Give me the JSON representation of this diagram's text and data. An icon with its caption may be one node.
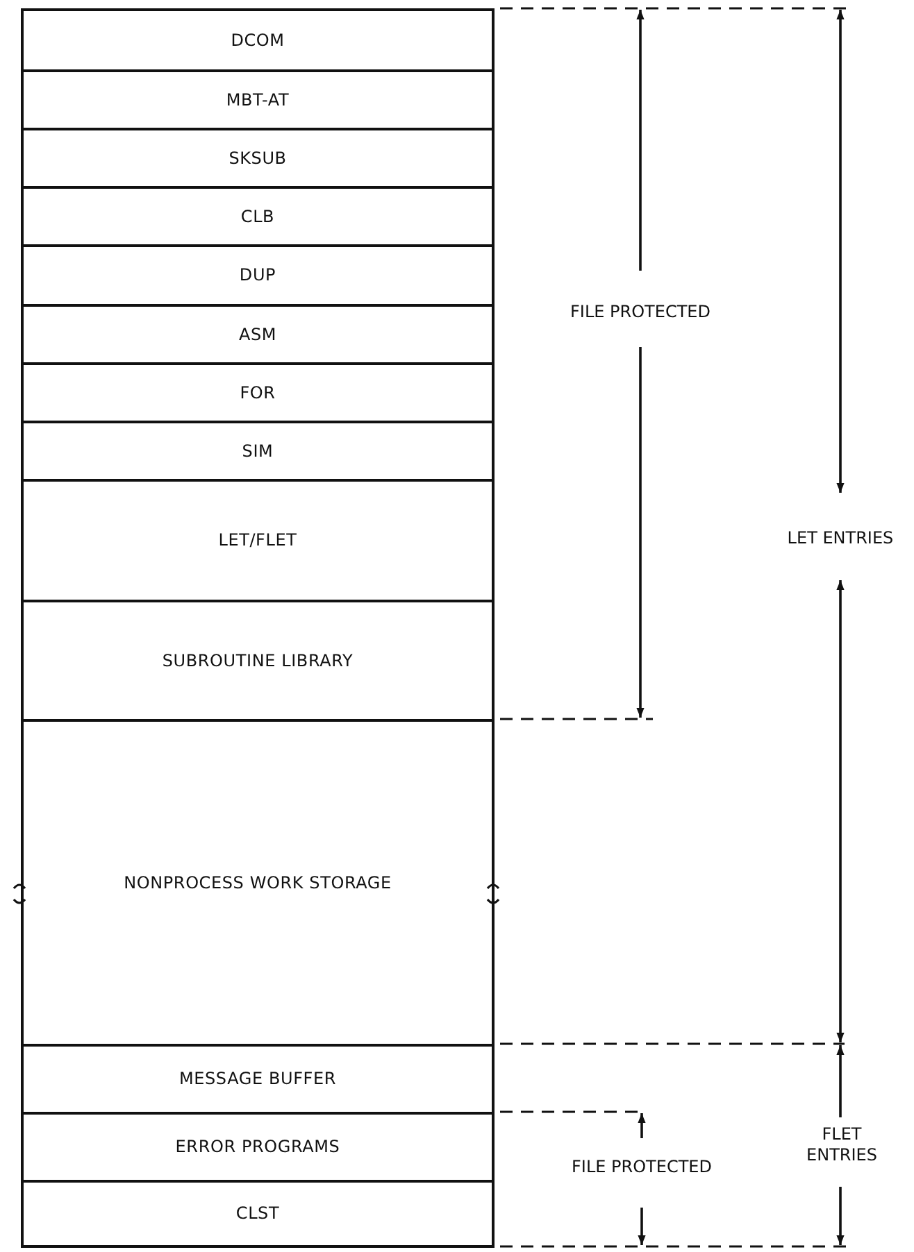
{
  "diagram": {
    "nodes": [
      {
        "text": [
          "DCOM"
        ]
      },
      {
        "text": [
          "MBT-AT"
        ]
      },
      {
        "text": [
          "SKSUB"
        ]
      },
      {
        "text": [
          "CLB"
        ]
      },
      {
        "text": [
          "DUP"
        ]
      },
      {
        "text": [
          "ASM"
        ]
      },
      {
        "text": [
          "FOR"
        ]
      },
      {
        "text": [
          "SIM"
        ]
      },
      {
        "text": [
          "LET/FLET"
        ]
      },
      {
        "text": [
          "SUBROUTINE LIBRARY"
        ]
      },
      {
        "text": [
          "NONPROCESS WORK STORAGE"
        ]
      },
      {
        "text": [
          "MESSAGE BUFFER"
        ]
      },
      {
        "text": [
          "ERROR PROGRAMS"
        ]
      },
      {
        "text": [
          "CLST"
        ]
      }
    ],
    "labels": [
      "FILE PROTECTED",
      "LET ENTRIES",
      "FLET ENTRIES",
      "FILE PROTECTED"
    ]
  }
}
